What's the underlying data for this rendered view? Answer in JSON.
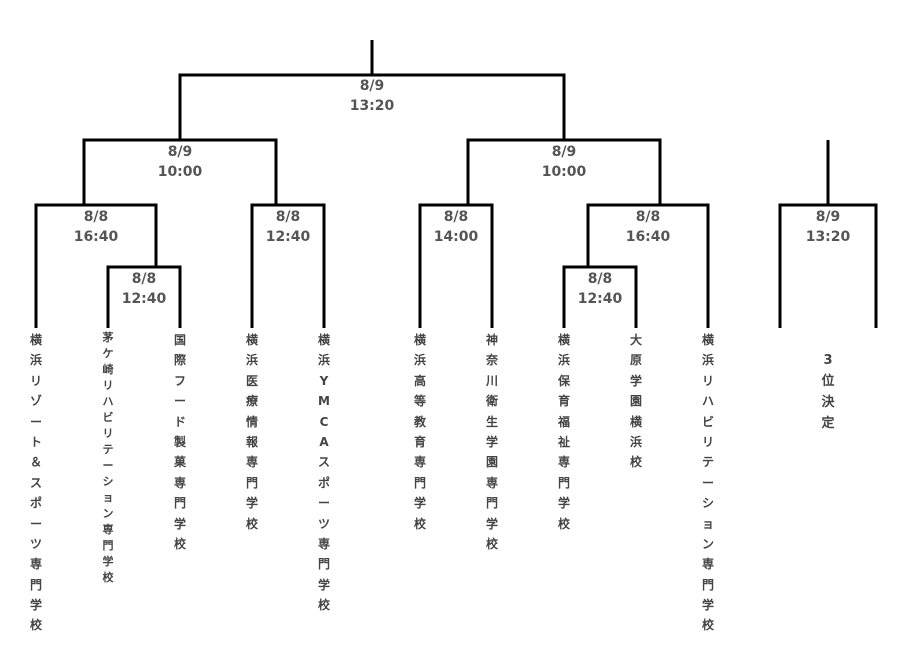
{
  "matches": [
    {
      "id": "final",
      "date": "8/9",
      "time": "13:20"
    },
    {
      "id": "semi-left",
      "date": "8/9",
      "time": "10:00"
    },
    {
      "id": "semi-right",
      "date": "8/9",
      "time": "10:00"
    },
    {
      "id": "qf-1",
      "date": "8/8",
      "time": "16:40"
    },
    {
      "id": "qf-2",
      "date": "8/8",
      "time": "12:40"
    },
    {
      "id": "qf-3",
      "date": "8/8",
      "time": "14:00"
    },
    {
      "id": "qf-4",
      "date": "8/8",
      "time": "16:40"
    },
    {
      "id": "r1-left",
      "date": "8/8",
      "time": "12:40"
    },
    {
      "id": "r1-right",
      "date": "8/8",
      "time": "12:40"
    },
    {
      "id": "third-place",
      "date": "8/9",
      "time": "13:20"
    }
  ],
  "teams": [
    "横浜リゾート＆スポーツ専門学校",
    "茅ケ崎リハビリテーション専門学校",
    "国際フード製菓専門学校",
    "横浜医療情報専門学校",
    "横浜YMCAスポーツ専門学校",
    "横浜高等教育専門学校",
    "神奈川衛生学園専門学校",
    "横浜保育福祉専門学校",
    "大原学園横浜校",
    "横浜リハビリテーション専門学校"
  ],
  "third_place_label": "3位決定"
}
